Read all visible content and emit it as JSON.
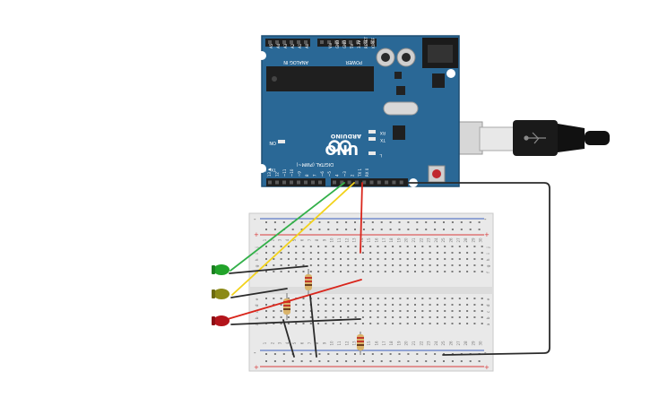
{
  "board": {
    "brand": "ARDUINO",
    "model": "UNO",
    "on_label": "ON",
    "tx_label": "TX",
    "rx_label": "RX",
    "l_label": "L",
    "digital_label": "DIGITAL (PWM~)",
    "power_label": "POWER",
    "analog_label": "ANALOG IN",
    "aref_label": "AREF",
    "gnd_label": "GND",
    "txrx_label": "TX▶ RX◀",
    "power_pins": [
      "IOREF",
      "RESET",
      "3.3V",
      "5V",
      "GND",
      "GND",
      "Vin"
    ],
    "analog_pins": [
      "A0",
      "A1",
      "A2",
      "A3",
      "A4",
      "A5"
    ],
    "digital_pins": [
      "13",
      "12",
      "~11",
      "~10",
      "~9",
      "8",
      "7",
      "~6",
      "~5",
      "4",
      "~3",
      "2",
      "TX 1",
      "RX 0"
    ]
  },
  "breadboard": {
    "row_letters_top": [
      "j",
      "i",
      "h",
      "g",
      "f"
    ],
    "row_letters_bottom": [
      "e",
      "d",
      "c",
      "b",
      "a"
    ],
    "column_numbers": [
      "1",
      "2",
      "3",
      "4",
      "5",
      "6",
      "7",
      "8",
      "9",
      "10",
      "11",
      "12",
      "13",
      "14",
      "15",
      "16",
      "17",
      "18",
      "19",
      "20",
      "21",
      "22",
      "23",
      "24",
      "25",
      "26",
      "27",
      "28",
      "29",
      "30"
    ],
    "rail_minus": "-",
    "rail_plus": "+"
  },
  "components": {
    "leds": [
      {
        "name": "green-led",
        "color": "#22a32a"
      },
      {
        "name": "yellow-led",
        "color": "#8c8a17"
      },
      {
        "name": "red-led",
        "color": "#b3141b"
      }
    ]
  },
  "wire_colors": {
    "green": "#33b04a",
    "yellow": "#f2d21a",
    "red": "#d9261c",
    "black": "#2b2b2b"
  },
  "colors": {
    "board_blue": "#2a6896",
    "board_dark": "#1e4f74",
    "header_black": "#1f1f1f",
    "breadboard_body": "#e9e9e9",
    "breadboard_rail_red": "#d93a3a",
    "breadboard_rail_blue": "#3b5fc0",
    "cable_black": "#1a1a1a"
  }
}
